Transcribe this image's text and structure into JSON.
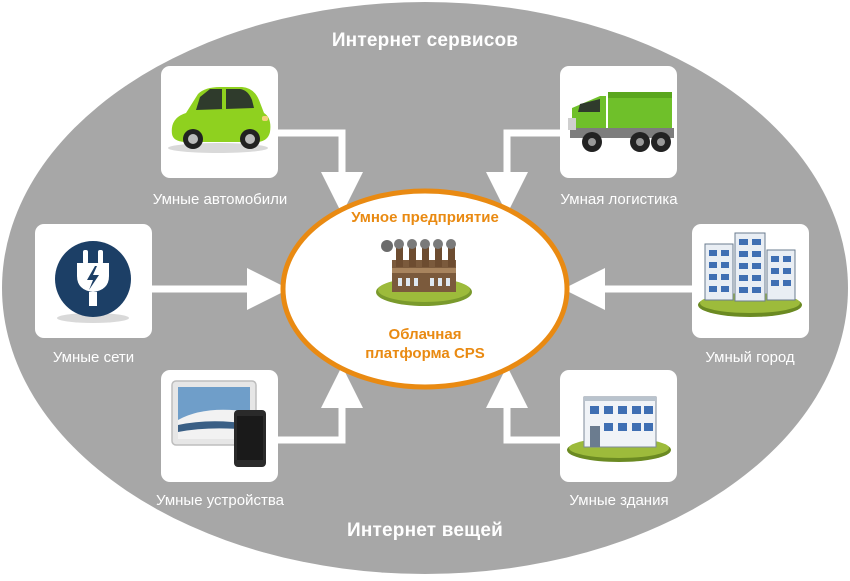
{
  "top_title": "Интернет сервисов",
  "bottom_title": "Интернет вещей",
  "center": {
    "line1": "Умное предприятие",
    "line2": "Облачная",
    "line3": "платформа CPS",
    "color": "#e98a12"
  },
  "nodes": {
    "cars": {
      "label": "Умные автомобили",
      "icon": "car-icon"
    },
    "logistics": {
      "label": "Умная логистика",
      "icon": "dump-truck-icon"
    },
    "grids": {
      "label": "Умные сети",
      "icon": "power-plug-icon"
    },
    "city": {
      "label": "Умный город",
      "icon": "city-buildings-icon"
    },
    "devices": {
      "label": "Умные устройства",
      "icon": "tablet-phone-icon"
    },
    "buildings": {
      "label": "Умные здания",
      "icon": "building-icon"
    }
  },
  "colors": {
    "ellipse": "#a7a7a7",
    "accent": "#e98a12",
    "green": "#6fc02a",
    "navy": "#1c3f66"
  }
}
